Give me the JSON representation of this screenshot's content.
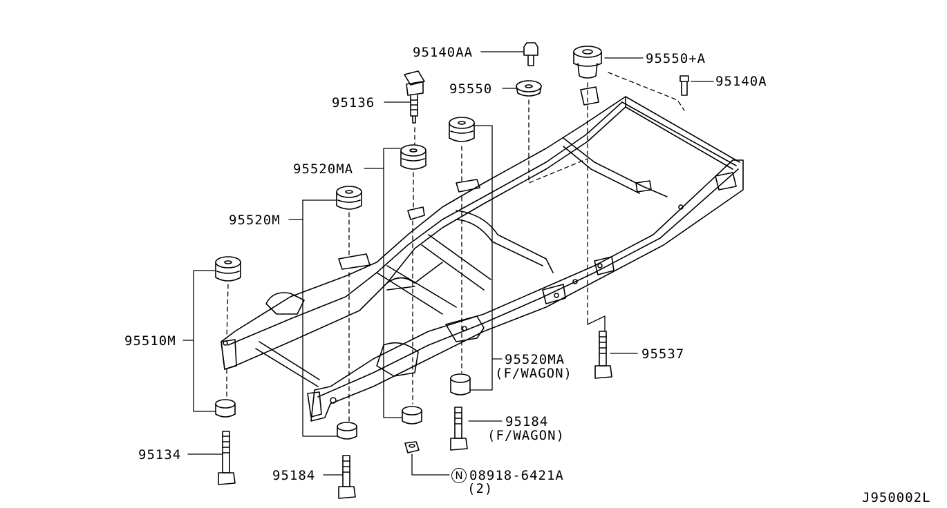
{
  "labels": {
    "p95140AA": "95140AA",
    "p95550A": "95550+A",
    "p95140A": "95140A",
    "p95550": "95550",
    "p95136": "95136",
    "p95520MA_top": "95520MA",
    "p95520M": "95520M",
    "p95510M": "95510M",
    "p95520MA_wagon": "95520MA",
    "wagon_note_1": "(F/WAGON)",
    "p95537": "95537",
    "p95184_wagon": "95184",
    "wagon_note_2": "(F/WAGON)",
    "p95134": "95134",
    "p95184": "95184",
    "nut_prefix": "N",
    "p08918": "08918-6421A",
    "nut_qty": "(2)",
    "drawing_id": "J950002L"
  }
}
